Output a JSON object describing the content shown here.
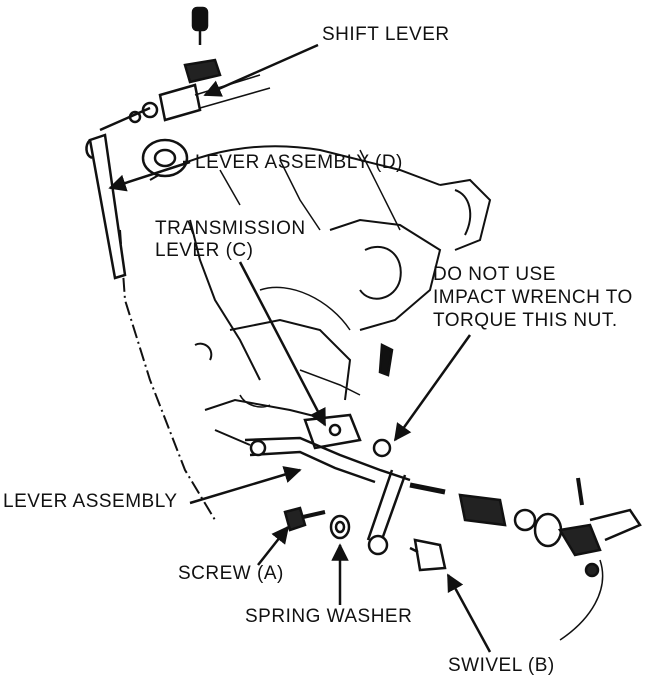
{
  "labels": {
    "shift_lever": "SHIFT LEVER",
    "lever_assembly_d": "LEVER ASSEMBLY (D)",
    "transmission_lever_c_line1": "TRANSMISSION",
    "transmission_lever_c_line2": "LEVER (C)",
    "warning_line1": "DO NOT USE",
    "warning_line2": "IMPACT WRENCH TO",
    "warning_line3": "TORQUE THIS NUT.",
    "lever_assembly": "LEVER ASSEMBLY",
    "screw_a": "SCREW (A)",
    "spring_washer": "SPRING WASHER",
    "swivel_b": "SWIVEL (B)"
  },
  "colors": {
    "ink": "#111111",
    "background": "#ffffff"
  }
}
